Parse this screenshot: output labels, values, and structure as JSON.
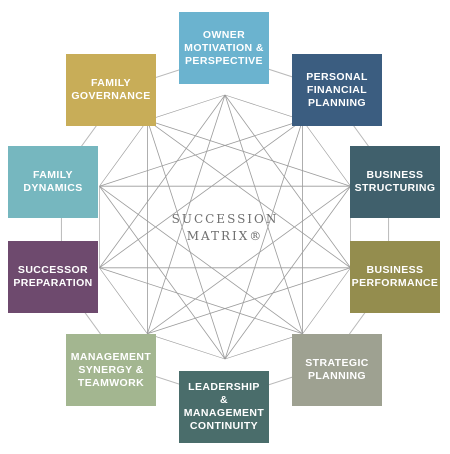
{
  "center": {
    "line1": "SUCCESSION",
    "line2": "MATRIX®"
  },
  "boxes": [
    {
      "label": "OWNER\nMOTIVATION &\nPERSPECTIVE",
      "color": "#6bb3cf"
    },
    {
      "label": "PERSONAL\nFINANCIAL\nPLANNING",
      "color": "#3b5d80"
    },
    {
      "label": "BUSINESS\nSTRUCTURING",
      "color": "#40606c"
    },
    {
      "label": "BUSINESS\nPERFORMANCE",
      "color": "#948d4e"
    },
    {
      "label": "STRATEGIC\nPLANNING",
      "color": "#9ea191"
    },
    {
      "label": "LEADERSHIP &\nMANAGEMENT\nCONTINUITY",
      "color": "#4a6d6b"
    },
    {
      "label": "MANAGEMENT\nSYNERGY &\nTEAMWORK",
      "color": "#a3b690"
    },
    {
      "label": "SUCCESSOR\nPREPARATION",
      "color": "#6e4a6e"
    },
    {
      "label": "FAMILY\nDYNAMICS",
      "color": "#76b7bf"
    },
    {
      "label": "FAMILY\nGOVERNANCE",
      "color": "#c8ad58"
    }
  ],
  "colors": {
    "ring": "#b9b9b9",
    "star": "#9b9b9b",
    "center_text": "#6f6f6f"
  }
}
